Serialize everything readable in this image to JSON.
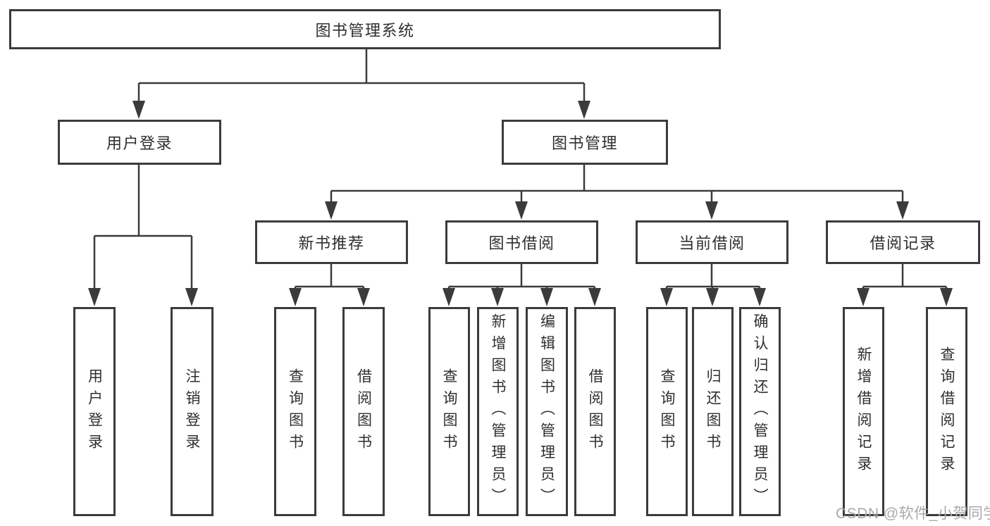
{
  "diagram": {
    "root": {
      "label": "图书管理系统",
      "children": [
        {
          "label": "用户登录",
          "children": [
            {
              "label": "用户登录"
            },
            {
              "label": "注销登录"
            }
          ]
        },
        {
          "label": "图书管理",
          "children": [
            {
              "label": "新书推荐",
              "children": [
                {
                  "label": "查询图书"
                },
                {
                  "label": "借阅图书"
                }
              ]
            },
            {
              "label": "图书借阅",
              "children": [
                {
                  "label": "查询图书"
                },
                {
                  "label": "新增图书（管理员）"
                },
                {
                  "label": "编辑图书（管理员）"
                },
                {
                  "label": "借阅图书"
                }
              ]
            },
            {
              "label": "当前借阅",
              "children": [
                {
                  "label": "查询图书"
                },
                {
                  "label": "归还图书"
                },
                {
                  "label": "确认归还（管理员）"
                }
              ]
            },
            {
              "label": "借阅记录",
              "children": [
                {
                  "label": "新增借阅记录"
                },
                {
                  "label": "查询借阅记录"
                }
              ]
            }
          ]
        }
      ]
    }
  },
  "watermark": {
    "text": "CSDN @软件_小贺同学"
  },
  "colors": {
    "line": "#3b3b3b",
    "text": "#2f2f2f",
    "watermark": "#a9a9a9",
    "background": "#ffffff"
  }
}
